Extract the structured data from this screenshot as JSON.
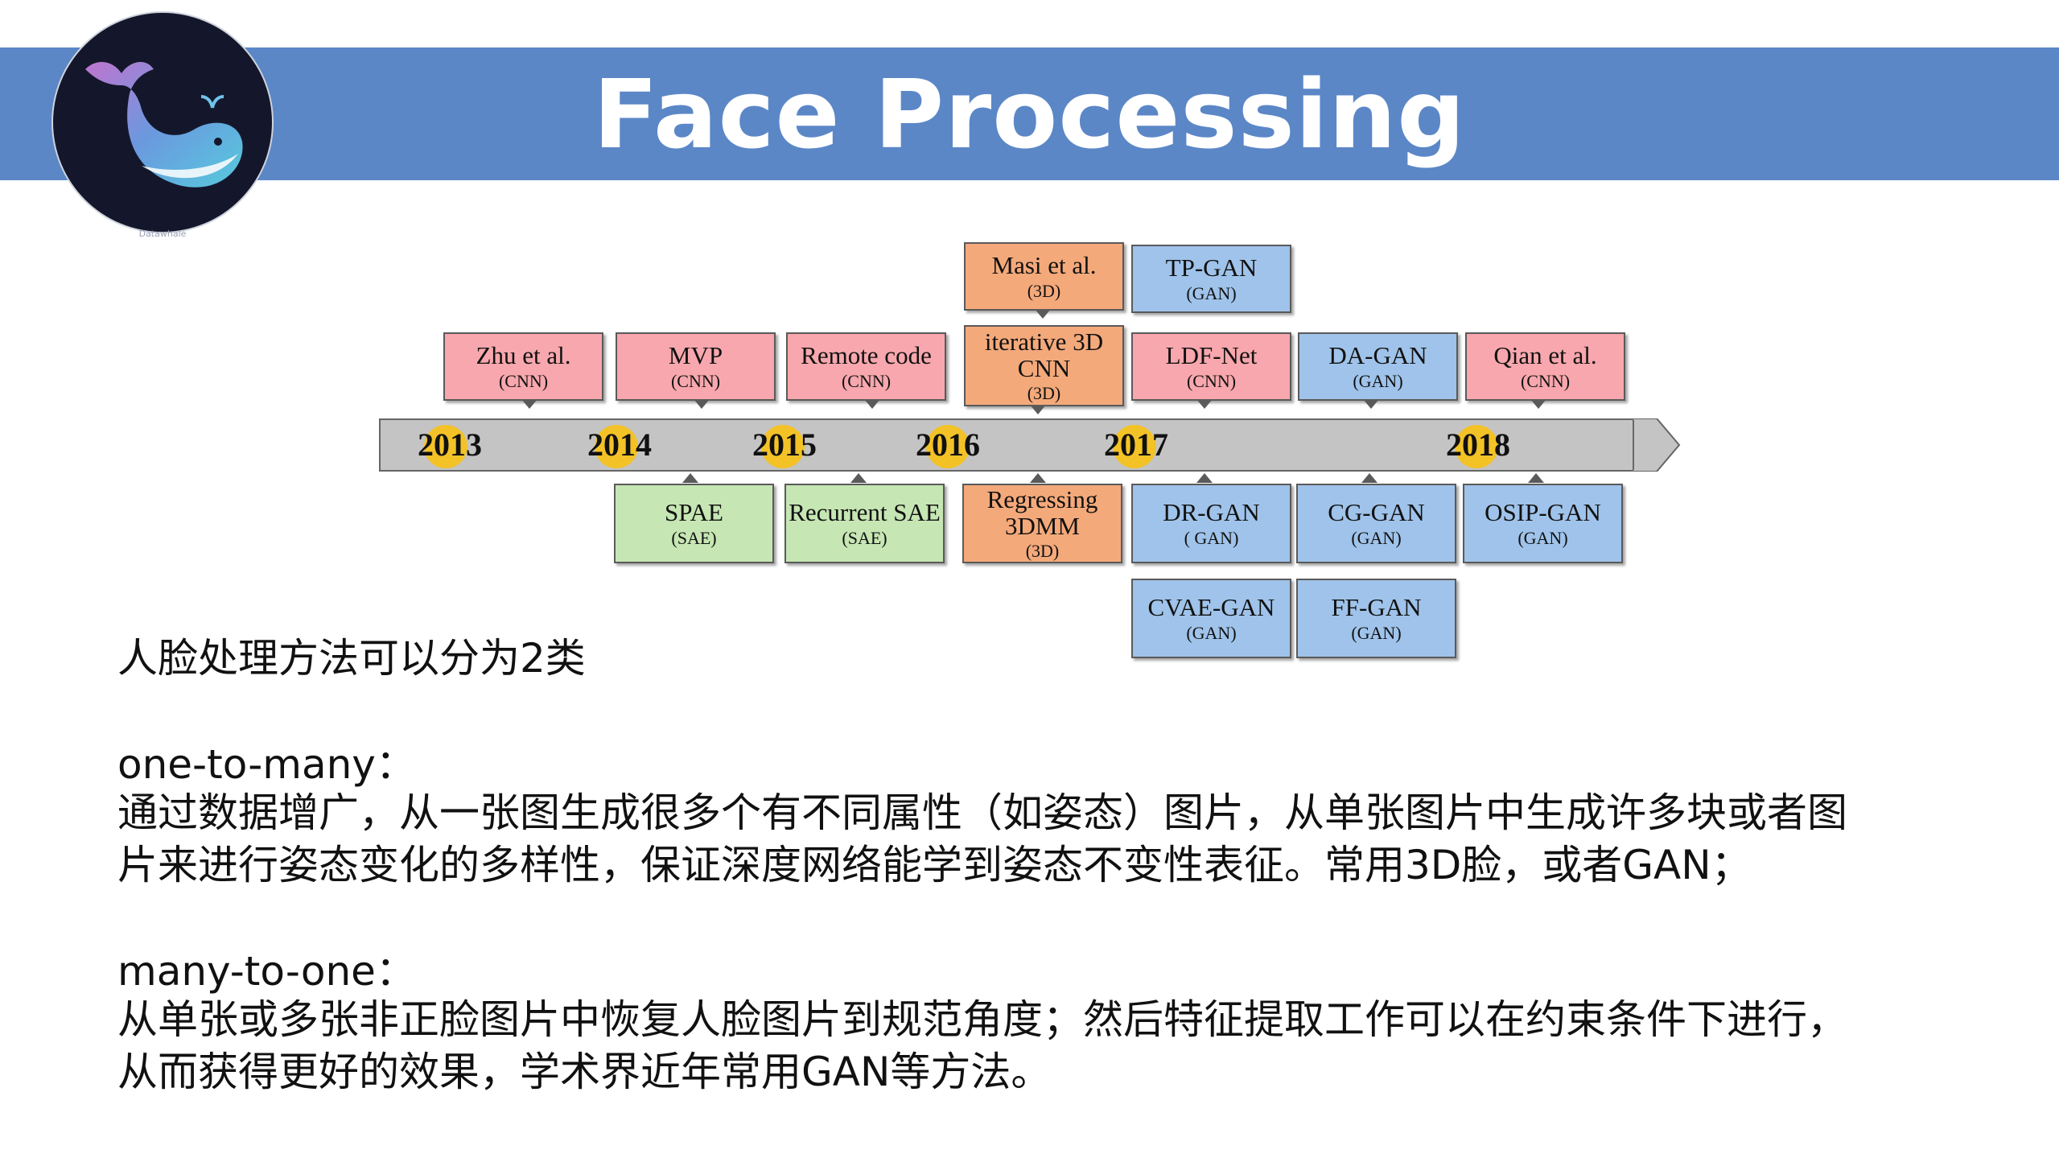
{
  "header": {
    "title": "Face Processing",
    "logo_caption": "Datawhale",
    "logo_icon": "whale-icon",
    "bar_color": "#5b87c7"
  },
  "timeline": {
    "years": [
      "2013",
      "2014",
      "2015",
      "2016",
      "2017",
      "2018"
    ],
    "above": [
      {
        "name": "Zhu et al.",
        "tag": "(CNN)",
        "color": "pink"
      },
      {
        "name": "MVP",
        "tag": "(CNN)",
        "color": "pink"
      },
      {
        "name": "Remote code",
        "tag": "(CNN)",
        "color": "pink"
      },
      {
        "name": "Masi et al.",
        "tag": "(3D)",
        "color": "orange"
      },
      {
        "name": "iterative 3D CNN",
        "tag": "(3D)",
        "color": "orange"
      },
      {
        "name": "TP-GAN",
        "tag": "(GAN)",
        "color": "blue"
      },
      {
        "name": "LDF-Net",
        "tag": "(CNN)",
        "color": "pink"
      },
      {
        "name": "DA-GAN",
        "tag": "(GAN)",
        "color": "blue"
      },
      {
        "name": "Qian et al.",
        "tag": "(CNN)",
        "color": "pink"
      }
    ],
    "below": [
      {
        "name": "SPAE",
        "tag": "(SAE)",
        "color": "green"
      },
      {
        "name": "Recurrent SAE",
        "tag": "(SAE)",
        "color": "green"
      },
      {
        "name": "Regressing 3DMM",
        "tag": "(3D)",
        "color": "orange"
      },
      {
        "name": "DR-GAN",
        "tag": "( GAN)",
        "color": "blue"
      },
      {
        "name": "CG-GAN",
        "tag": "(GAN)",
        "color": "blue"
      },
      {
        "name": "OSIP-GAN",
        "tag": "(GAN)",
        "color": "blue"
      },
      {
        "name": "CVAE-GAN",
        "tag": "(GAN)",
        "color": "blue"
      },
      {
        "name": "FF-GAN",
        "tag": "(GAN)",
        "color": "blue"
      }
    ]
  },
  "content": {
    "intro": "人脸处理方法可以分为2类",
    "one_to_many_heading": "one-to-many：",
    "one_to_many_line1": "通过数据增广，从一张图生成很多个有不同属性（如姿态）图片，从单张图片中生成许多块或者图",
    "one_to_many_line2": "片来进行姿态变化的多样性，保证深度网络能学到姿态不变性表征。常用3D脸，或者GAN；",
    "many_to_one_heading": "many-to-one：",
    "many_to_one_line1": "从单张或多张非正脸图片中恢复人脸图片到规范角度；然后特征提取工作可以在约束条件下进行，",
    "many_to_one_line2": "从而获得更好的效果，学术界近年常用GAN等方法。"
  }
}
